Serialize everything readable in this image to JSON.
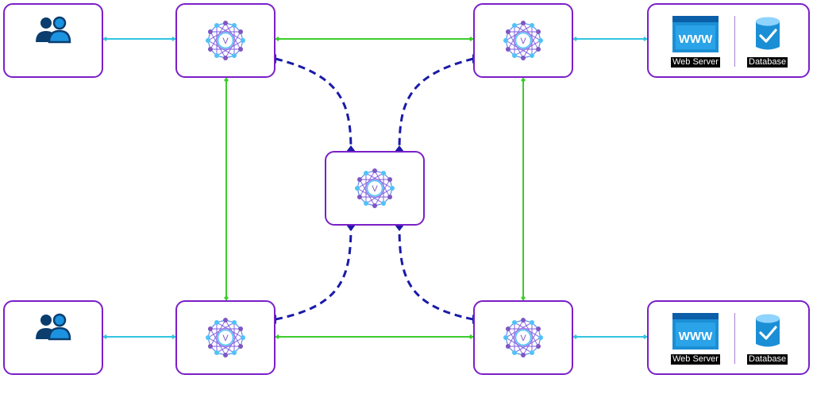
{
  "colors": {
    "node_border": "#7b1fc8",
    "link_cyan": "#33c4e0",
    "link_green": "#3ccc2c",
    "link_dashed": "#1a1aa8",
    "icon_dark": "#0b3d6e",
    "icon_blue": "#1b93e0"
  },
  "nodes": {
    "users_top": {
      "icon": "users-icon"
    },
    "users_bottom": {
      "icon": "users-icon"
    },
    "vx_top_left": {
      "icon": "vx-network-icon",
      "glyph": "V"
    },
    "vx_top_right": {
      "icon": "vx-network-icon",
      "glyph": "V"
    },
    "vx_center": {
      "icon": "vx-network-icon",
      "glyph": "V"
    },
    "vx_bottom_left": {
      "icon": "vx-network-icon",
      "glyph": "V"
    },
    "vx_bottom_right": {
      "icon": "vx-network-icon",
      "glyph": "V"
    },
    "services_top": {
      "web": {
        "icon": "web-server-icon",
        "banner": "WWW",
        "label": "Web Server"
      },
      "db": {
        "icon": "database-icon",
        "label": "Database"
      }
    },
    "services_bottom": {
      "web": {
        "icon": "web-server-icon",
        "banner": "WWW",
        "label": "Web Server"
      },
      "db": {
        "icon": "database-icon",
        "label": "Database"
      }
    }
  },
  "links": [
    {
      "from": "users_top",
      "to": "vx_top_left",
      "style": "solid-cyan"
    },
    {
      "from": "vx_top_left",
      "to": "vx_top_right",
      "style": "solid-green"
    },
    {
      "from": "vx_top_right",
      "to": "services_top",
      "style": "solid-cyan"
    },
    {
      "from": "vx_top_left",
      "to": "vx_bottom_left",
      "style": "solid-green"
    },
    {
      "from": "vx_top_right",
      "to": "vx_bottom_right",
      "style": "solid-green"
    },
    {
      "from": "users_bottom",
      "to": "vx_bottom_left",
      "style": "solid-cyan"
    },
    {
      "from": "vx_bottom_left",
      "to": "vx_bottom_right",
      "style": "solid-green"
    },
    {
      "from": "vx_bottom_right",
      "to": "services_bottom",
      "style": "solid-cyan"
    },
    {
      "from": "vx_top_left",
      "to": "vx_center",
      "style": "dashed"
    },
    {
      "from": "vx_top_right",
      "to": "vx_center",
      "style": "dashed"
    },
    {
      "from": "vx_bottom_left",
      "to": "vx_center",
      "style": "dashed"
    },
    {
      "from": "vx_bottom_right",
      "to": "vx_center",
      "style": "dashed"
    }
  ]
}
